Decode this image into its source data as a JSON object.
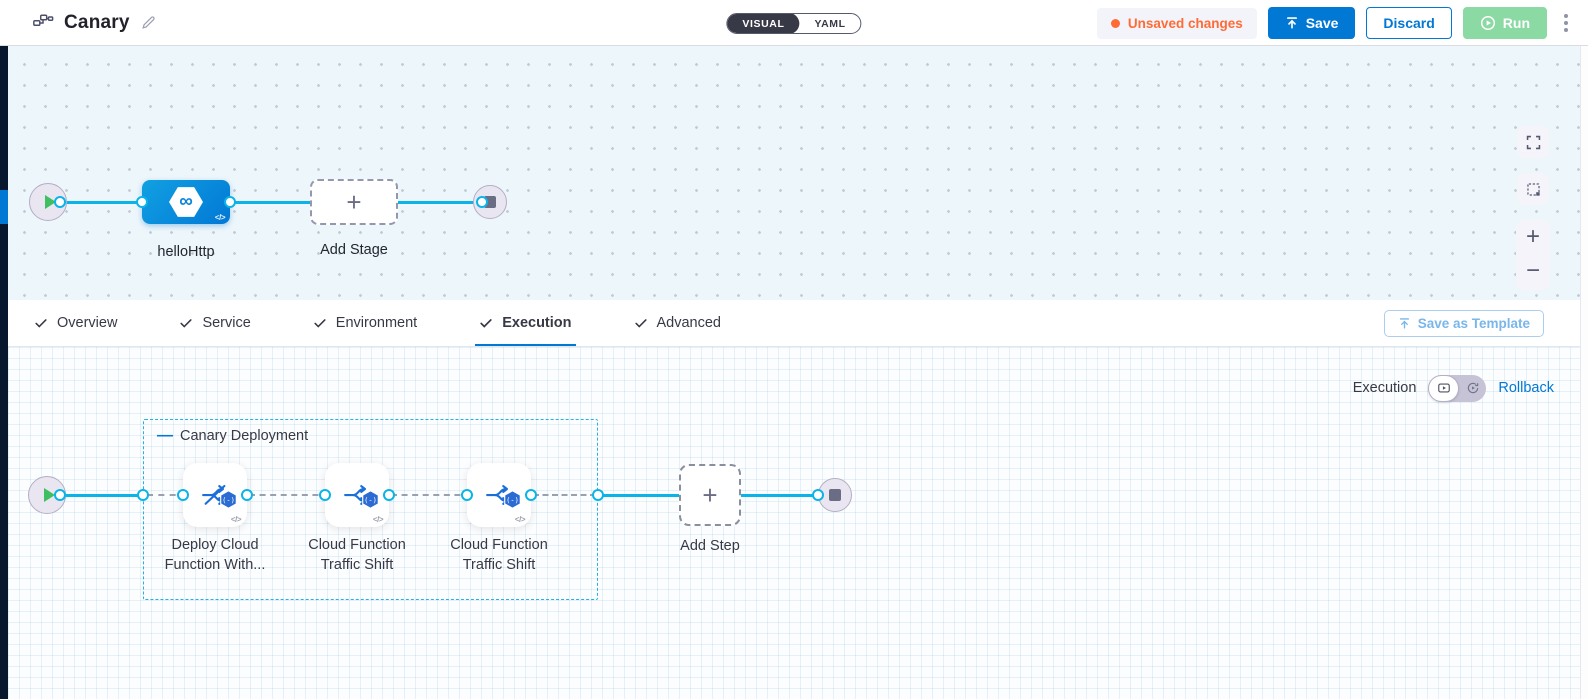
{
  "header": {
    "title": "Canary",
    "mode_toggle": {
      "visual": "VISUAL",
      "yaml": "YAML",
      "selected": "VISUAL"
    },
    "unsaved_badge": "Unsaved changes",
    "save_label": "Save",
    "discard_label": "Discard",
    "run_label": "Run"
  },
  "stage_canvas": {
    "stage_label": "helloHttp",
    "add_stage_label": "Add Stage"
  },
  "tabs": {
    "items": [
      {
        "label": "Overview",
        "checked": true
      },
      {
        "label": "Service",
        "checked": true
      },
      {
        "label": "Environment",
        "checked": true
      },
      {
        "label": "Execution",
        "checked": true
      },
      {
        "label": "Advanced",
        "checked": true
      }
    ],
    "active": "Execution",
    "save_as_template_label": "Save as Template"
  },
  "execution": {
    "mode_label": "Execution",
    "mode_switch_selected": "execution",
    "rollback_label": "Rollback",
    "group_title": "Canary Deployment",
    "steps": [
      {
        "line1": "Deploy Cloud",
        "line2": "Function With...",
        "icon": "traffic-shift-disabled-icon",
        "badge": "cloud-functions-logo"
      },
      {
        "line1": "Cloud Function",
        "line2": "Traffic Shift",
        "icon": "traffic-shift-icon",
        "badge": "cloud-functions-logo"
      },
      {
        "line1": "Cloud Function",
        "line2": "Traffic Shift",
        "icon": "traffic-shift-icon",
        "badge": "cloud-functions-logo"
      }
    ],
    "add_step_label": "Add Step"
  },
  "colors": {
    "accent_blue": "#0278d5",
    "wire_cyan": "#0bb4e8",
    "unsaved_orange": "#ff6b35",
    "run_green": "#8bd9a3",
    "toggle_dark": "#383946",
    "rail_navy": "#07182e",
    "canvas_blue_bg": "#edf6fb"
  }
}
